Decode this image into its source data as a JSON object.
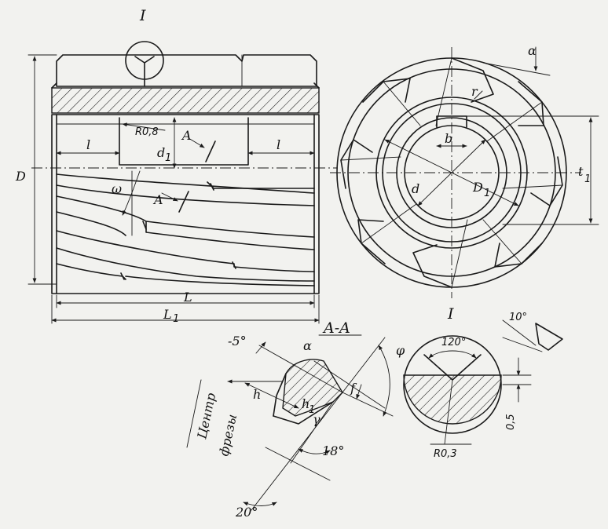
{
  "labels": {
    "detail_ref": "I",
    "radius_top": "R0,8",
    "section_mark": "A",
    "left_l": "l",
    "right_l": "l",
    "d1": "d",
    "d1_sub": "1",
    "omega": "ω",
    "D": "D",
    "L": "L",
    "L1": "L",
    "L1_sub": "1",
    "alpha": "α",
    "r": "r",
    "b": "b",
    "t1": "t",
    "t1_sub": "1",
    "d": "d",
    "D1": "D",
    "D1_sub": "1",
    "section_title": "A-A",
    "angle_minus5": "-5°",
    "alpha_small": "α",
    "phi": "φ",
    "h": "h",
    "f": "f",
    "h1": "h",
    "h1_sub": "1",
    "gamma": "γ",
    "angle_18": "18°",
    "angle_20": "20°",
    "center_word1": "Центр",
    "center_word2": "фрезы",
    "detail_title": "I",
    "angle_120": "120°",
    "radius_small": "R0,3",
    "angle_10": "10°",
    "dim_05": "0,5"
  }
}
